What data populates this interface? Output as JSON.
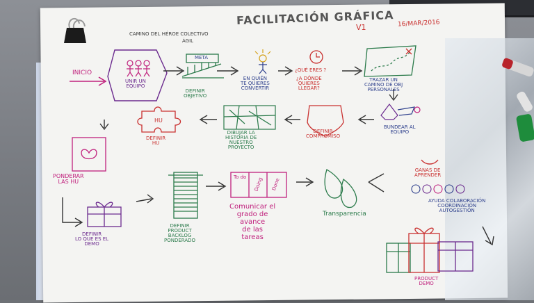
{
  "title": "FACILITACIÓN GRÁFICA",
  "version": "V1",
  "date": "16/MAR/2016",
  "subtitle_line1": "CAMINO DEL HÉROE   COLECTIVO",
  "subtitle_line2": "ÁGIL",
  "flow": {
    "inicio": "INICIO",
    "unir_equipo": [
      "UNIR UN",
      "EQUIPO"
    ],
    "meta_box": "META",
    "definir_objetivo": [
      "DEFINIR",
      "OBJETIVO"
    ],
    "en_quien": [
      "EN QUIÉN",
      "TE QUIERES",
      "CONVERTIR"
    ],
    "que_eres": "¿QUÉ ERES ?",
    "a_donde": [
      "¿A DÓNDE",
      "QUIERES",
      "LLEGAR?"
    ],
    "trazar": [
      "TRAZAR UN",
      "CAMINO DE OBJ",
      "PERSONALES"
    ],
    "bundear": [
      "BUNDEAR AL",
      "EQUIPO"
    ],
    "definir_compromiso": [
      "DEFINIR",
      "COMPROMISO"
    ],
    "dibujar_historia": [
      "DIBUJAR LA",
      "HISTORIA DE",
      "NUESTRO",
      "PROYECTO"
    ],
    "hu_puzzle": "HU",
    "definir_hu": [
      "DEFINIR",
      "HU"
    ],
    "ponderar_hu": [
      "PONDERAR",
      "LAS HU"
    ],
    "definir_demo": [
      "DEFINIR",
      "LO QUE ES EL",
      "DEMO"
    ],
    "definir_backlog": [
      "DEFINIR",
      "PRODUCT",
      "BACKLOG",
      "PONDERADO"
    ],
    "board_cols": [
      "To do",
      "Doing",
      "Done"
    ],
    "comunicar": [
      "Comunicar el",
      "grado de",
      "avance",
      "de las",
      "tareas"
    ],
    "transparencia": "Transparencia",
    "ganas": [
      "GANAS DE",
      "APRENDER"
    ],
    "ayuda": [
      "AYUDA COLABORACIÓN",
      "COORDINACIÓN",
      "AUTOGESTIÓN"
    ],
    "product_demo": [
      "PRODUCT",
      "DEMO"
    ]
  },
  "colors": {
    "purple": "#6b2a8e",
    "green": "#2a7a4a",
    "blue": "#2d3f8c",
    "magenta": "#c0217d",
    "red": "#c9302f"
  }
}
